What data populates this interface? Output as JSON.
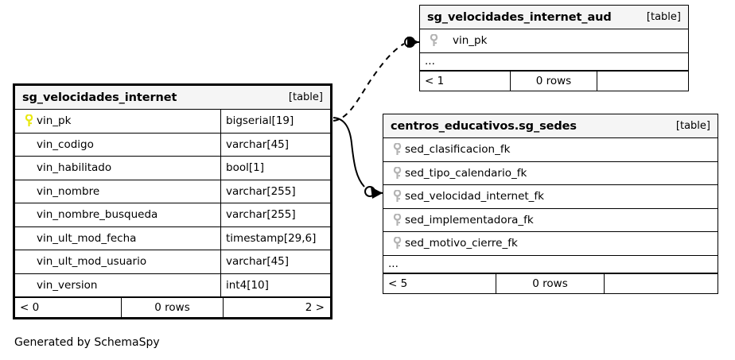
{
  "diagram": {
    "caption": "Generated by SchemaSpy",
    "type_tag": "[table]",
    "ellipsis": "...",
    "colors": {
      "primary_key": "#e8e80f",
      "foreign_key": "#b3b3b3",
      "table_border": "#000000",
      "header_fill": "#f5f5f5",
      "background": "#ffffff"
    }
  },
  "tables": {
    "main": {
      "name": "sg_velocidades_internet",
      "tag": "[table]",
      "columns": [
        {
          "name": "vin_pk",
          "type": "bigserial[19]",
          "key": "primary"
        },
        {
          "name": "vin_codigo",
          "type": "varchar[45]",
          "key": "none"
        },
        {
          "name": "vin_habilitado",
          "type": "bool[1]",
          "key": "none"
        },
        {
          "name": "vin_nombre",
          "type": "varchar[255]",
          "key": "none"
        },
        {
          "name": "vin_nombre_busqueda",
          "type": "varchar[255]",
          "key": "none"
        },
        {
          "name": "vin_ult_mod_fecha",
          "type": "timestamp[29,6]",
          "key": "none"
        },
        {
          "name": "vin_ult_mod_usuario",
          "type": "varchar[45]",
          "key": "none"
        },
        {
          "name": "vin_version",
          "type": "int4[10]",
          "key": "none"
        }
      ],
      "footer": {
        "left": "< 0",
        "middle": "0 rows",
        "right": "2 >"
      }
    },
    "aud": {
      "name": "sg_velocidades_internet_aud",
      "tag": "[table]",
      "columns": [
        {
          "name": "vin_pk",
          "type": "",
          "key": "foreign"
        }
      ],
      "ellipsis": "...",
      "footer": {
        "left": "< 1",
        "middle": "0 rows",
        "right": ""
      }
    },
    "sedes": {
      "name": "centros_educativos.sg_sedes",
      "tag": "[table]",
      "columns": [
        {
          "name": "sed_clasificacion_fk",
          "type": "",
          "key": "foreign"
        },
        {
          "name": "sed_tipo_calendario_fk",
          "type": "",
          "key": "foreign"
        },
        {
          "name": "sed_velocidad_internet_fk",
          "type": "",
          "key": "foreign"
        },
        {
          "name": "sed_implementadora_fk",
          "type": "",
          "key": "foreign"
        },
        {
          "name": "sed_motivo_cierre_fk",
          "type": "",
          "key": "foreign"
        }
      ],
      "ellipsis": "...",
      "footer": {
        "left": "< 5",
        "middle": "0 rows",
        "right": ""
      }
    }
  },
  "relationships": [
    {
      "name": "main-to-aud",
      "style": "dashed",
      "from_table": "sg_velocidades_internet",
      "from_column": "vin_pk",
      "to_table": "sg_velocidades_internet_aud",
      "to_column": "vin_pk"
    },
    {
      "name": "main-to-sedes",
      "style": "solid",
      "from_table": "sg_velocidades_internet",
      "from_column": "vin_pk",
      "to_table": "centros_educativos.sg_sedes",
      "to_column": "sed_velocidad_internet_fk"
    }
  ]
}
